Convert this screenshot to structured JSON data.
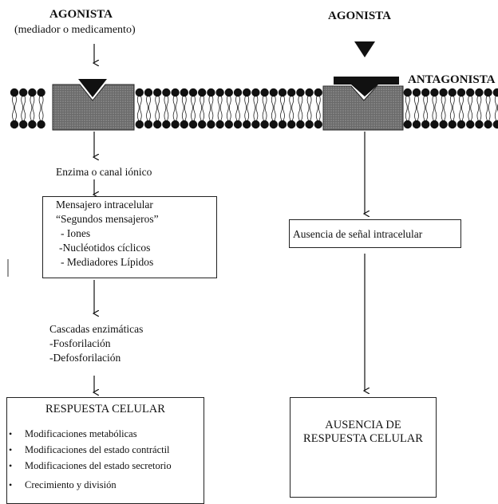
{
  "left": {
    "agonist_title": "AGONISTA",
    "agonist_subtitle": "(mediador o medicamento)",
    "enzyme_label": "Enzima o canal iónico",
    "messenger_box": {
      "title": "Mensajero intracelular",
      "subtitle": "“Segundos mensajeros”",
      "items": [
        "- Iones",
        "-Nucléotidos cíclicos",
        "- Mediadores Lípidos"
      ]
    },
    "cascade": {
      "title": "Cascadas enzimáticas",
      "items": [
        "-Fosforilación",
        "-Defosforilación"
      ]
    },
    "response_box": {
      "title": "RESPUESTA CELULAR",
      "items": [
        "Modificaciones metabólicas",
        "Modificaciones del estado contráctil",
        "Modificaciones del estado secretorio",
        "Crecimiento y división"
      ]
    }
  },
  "right": {
    "agonist_title": "AGONISTA",
    "antagonist_label": "ANTAGONISTA",
    "no_signal_box": "Ausencia de señal intracelular",
    "no_response_box": [
      "AUSENCIA DE",
      "RESPUESTA CELULAR"
    ]
  }
}
